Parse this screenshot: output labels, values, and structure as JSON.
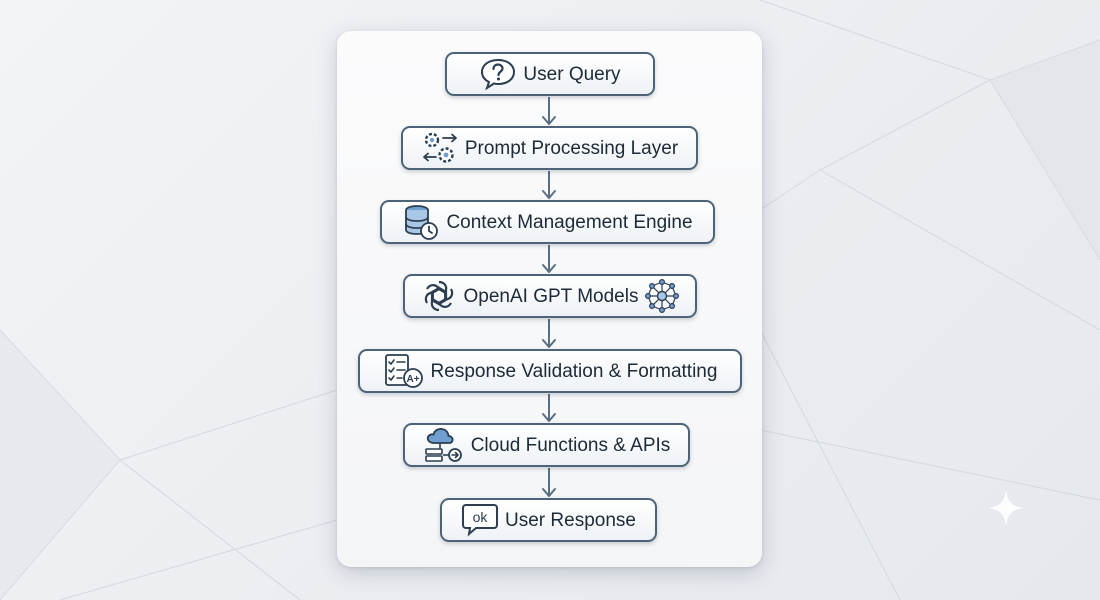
{
  "diagram": {
    "type": "flowchart",
    "direction": "top-to-bottom",
    "nodes": [
      {
        "id": "user-query",
        "label": "User Query",
        "icon": "question-bubble-icon"
      },
      {
        "id": "prompt-processing",
        "label": "Prompt Processing Layer",
        "icon": "gears-arrows-icon"
      },
      {
        "id": "context-management",
        "label": "Context Management Engine",
        "icon": "database-clock-icon"
      },
      {
        "id": "openai-gpt",
        "label": "OpenAI GPT Models",
        "icon": "openai-logo-icon",
        "trailing_icon": "neural-network-icon"
      },
      {
        "id": "response-validation",
        "label": "Response Validation & Formatting",
        "icon": "checklist-grade-icon"
      },
      {
        "id": "cloud-functions",
        "label": "Cloud Functions & APIs",
        "icon": "cloud-server-icon"
      },
      {
        "id": "user-response",
        "label": "User Response",
        "icon": "ok-bubble-icon"
      }
    ],
    "edges": [
      [
        "user-query",
        "prompt-processing"
      ],
      [
        "prompt-processing",
        "context-management"
      ],
      [
        "context-management",
        "openai-gpt"
      ],
      [
        "openai-gpt",
        "response-validation"
      ],
      [
        "response-validation",
        "cloud-functions"
      ],
      [
        "cloud-functions",
        "user-response"
      ]
    ],
    "ok_text": "ok"
  },
  "colors": {
    "node_border": "#4d6379",
    "arrow": "#5a6e82",
    "icon_accent": "#6f9fd0",
    "text": "#1d2a37"
  }
}
